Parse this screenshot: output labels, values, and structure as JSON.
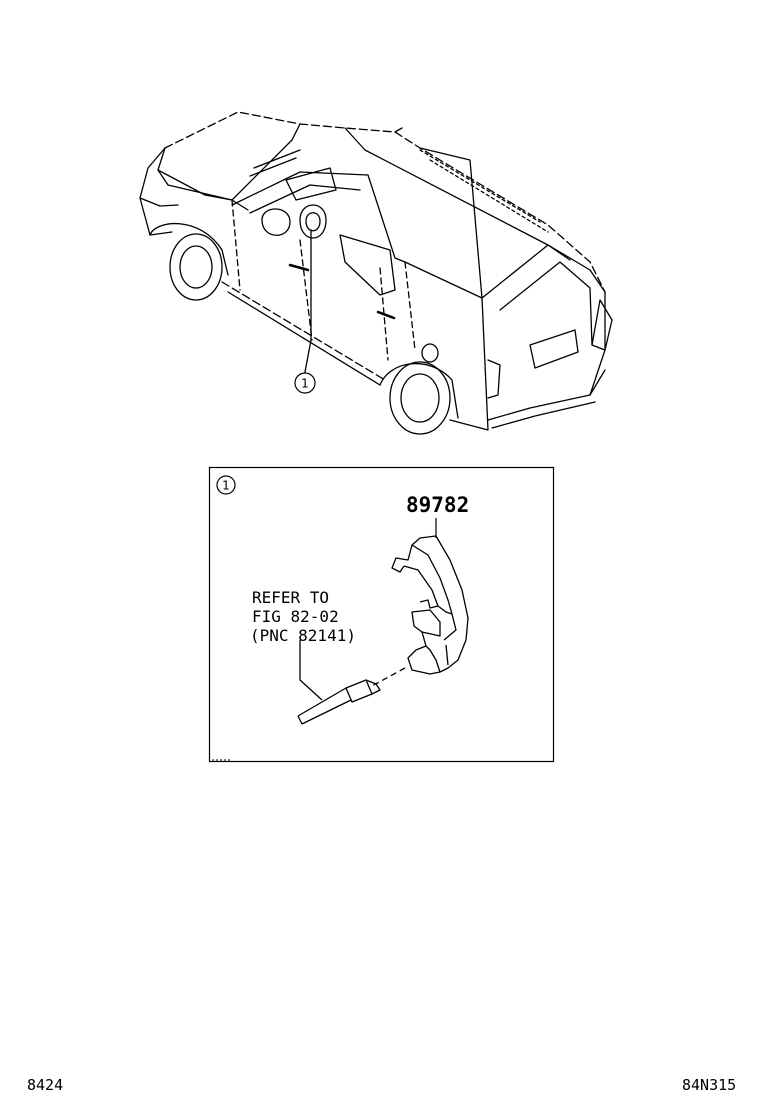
{
  "diagram": {
    "callout_marker": "1",
    "detail_marker": "1",
    "part_number": "89782",
    "refer_lines": [
      "REFER TO",
      "FIG 82-02",
      "(PNC 82141)"
    ],
    "footer_left": "8424",
    "footer_right": "84N315"
  },
  "colors": {
    "line": "#000000",
    "background": "#ffffff"
  }
}
